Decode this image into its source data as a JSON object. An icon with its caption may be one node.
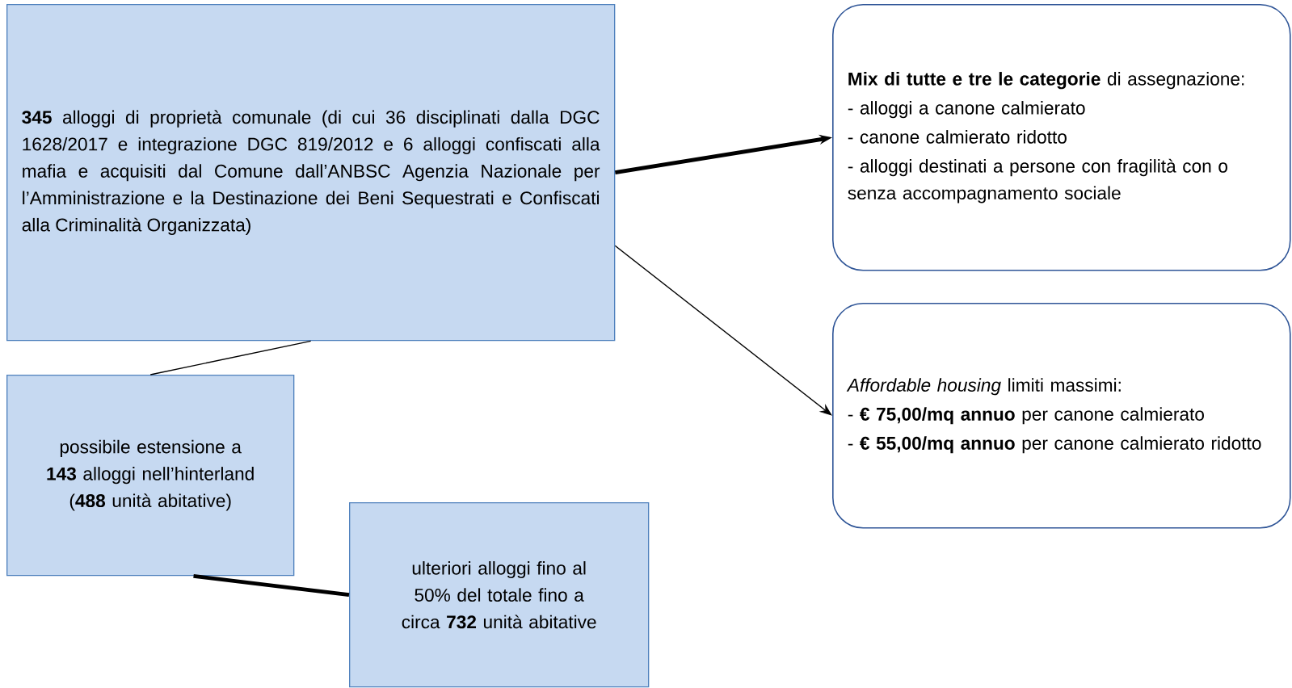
{
  "diagram": {
    "nodes": [
      {
        "text": [
          "**345** alloggi di proprietà comunale (di cui 36 disciplinati dalla DGC 1628/2017 e integrazione DGC 819/2012 e 6 alloggi confiscati alla mafia e acquisiti dal Comune dall’ANBSC Agenzia Nazionale per l’Amministrazione e la Destinazione dei Beni Sequestrati e Confiscati alla Criminalità Organizzata)"
        ]
      },
      {
        "text": [
          "**Mix di tutte e tre le categorie** di assegnazione:",
          "- alloggi a canone calmierato",
          "- canone calmierato ridotto",
          "- alloggi destinati a persone con fragilità con o senza accompagnamento sociale"
        ]
      },
      {
        "text": [
          "*Affordable housing* limiti massimi:",
          "- **€ 75,00/mq annuo** per canone calmierato",
          "- **€ 55,00/mq annuo** per canone calmierato ridotto"
        ]
      },
      {
        "text": [
          "possibile estensione a **143** alloggi nell’hinterland (**488** unità abitative)"
        ]
      },
      {
        "text": [
          "ulteriori alloggi fino al 50% del totale fino a circa **732** unità abitative"
        ]
      }
    ],
    "edges": [
      {
        "from": 0,
        "to": 1,
        "arrow": "to",
        "style": "thick"
      },
      {
        "from": 0,
        "to": 2,
        "arrow": "to"
      },
      {
        "from": 0,
        "to": 3,
        "arrow": "none"
      },
      {
        "from": 3,
        "to": 4,
        "arrow": "none",
        "style": "thick"
      }
    ]
  }
}
